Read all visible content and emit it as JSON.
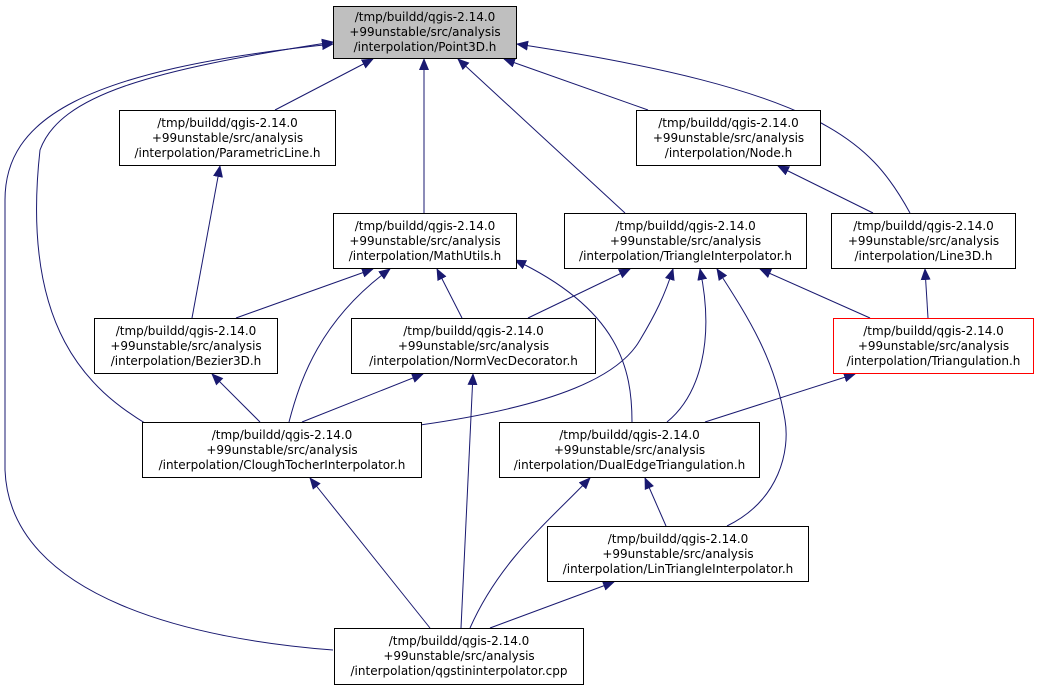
{
  "graph": {
    "colors": {
      "edge": "#191970",
      "node_border": "#000000",
      "highlight_border": "#ff0000",
      "current_fill": "#bfbfbf"
    },
    "nodes": {
      "point3d": {
        "lines": [
          "/tmp/buildd/qgis-2.14.0",
          "+99unstable/src/analysis",
          "/interpolation/Point3D.h"
        ]
      },
      "paramline": {
        "lines": [
          "/tmp/buildd/qgis-2.14.0",
          "+99unstable/src/analysis",
          "/interpolation/ParametricLine.h"
        ]
      },
      "node": {
        "lines": [
          "/tmp/buildd/qgis-2.14.0",
          "+99unstable/src/analysis",
          "/interpolation/Node.h"
        ]
      },
      "mathutils": {
        "lines": [
          "/tmp/buildd/qgis-2.14.0",
          "+99unstable/src/analysis",
          "/interpolation/MathUtils.h"
        ]
      },
      "triinterp": {
        "lines": [
          "/tmp/buildd/qgis-2.14.0",
          "+99unstable/src/analysis",
          "/interpolation/TriangleInterpolator.h"
        ]
      },
      "line3d": {
        "lines": [
          "/tmp/buildd/qgis-2.14.0",
          "+99unstable/src/analysis",
          "/interpolation/Line3D.h"
        ]
      },
      "bezier3d": {
        "lines": [
          "/tmp/buildd/qgis-2.14.0",
          "+99unstable/src/analysis",
          "/interpolation/Bezier3D.h"
        ]
      },
      "normvec": {
        "lines": [
          "/tmp/buildd/qgis-2.14.0",
          "+99unstable/src/analysis",
          "/interpolation/NormVecDecorator.h"
        ]
      },
      "triang": {
        "lines": [
          "/tmp/buildd/qgis-2.14.0",
          "+99unstable/src/analysis",
          "/interpolation/Triangulation.h"
        ]
      },
      "clough": {
        "lines": [
          "/tmp/buildd/qgis-2.14.0",
          "+99unstable/src/analysis",
          "/interpolation/CloughTocherInterpolator.h"
        ]
      },
      "dualedge": {
        "lines": [
          "/tmp/buildd/qgis-2.14.0",
          "+99unstable/src/analysis",
          "/interpolation/DualEdgeTriangulation.h"
        ]
      },
      "lintri": {
        "lines": [
          "/tmp/buildd/qgis-2.14.0",
          "+99unstable/src/analysis",
          "/interpolation/LinTriangleInterpolator.h"
        ]
      },
      "qgstin": {
        "lines": [
          "/tmp/buildd/qgis-2.14.0",
          "+99unstable/src/analysis",
          "/interpolation/qgstininterpolator.cpp"
        ]
      }
    }
  }
}
